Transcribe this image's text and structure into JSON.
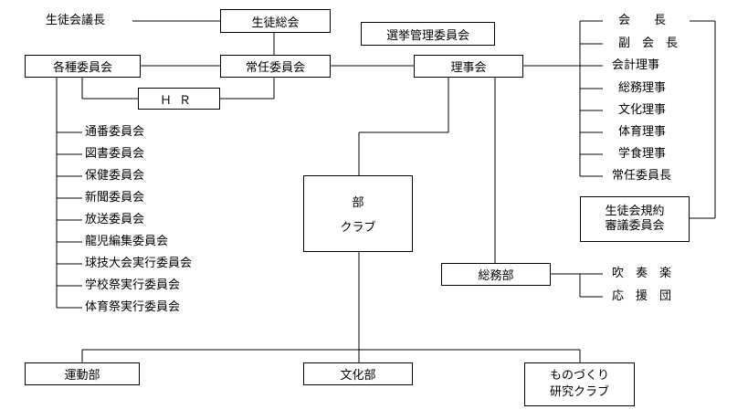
{
  "diagram": {
    "chair_label": "生徒会議長",
    "general_assembly": "生徒総会",
    "election_committee": "選挙管理委員会",
    "various_committees": "各種委員会",
    "standing_committee": "常任委員会",
    "board": "理事会",
    "homeroom": "ＨＲ",
    "committees": [
      "通番委員会",
      "図書委員会",
      "保健委員会",
      "新聞委員会",
      "放送委員会",
      "龍児編集委員会",
      "球技大会実行委員会",
      "学校祭実行委員会",
      "体育祭実行委員会"
    ],
    "officers": [
      "会　　長",
      "副　会　長",
      "会計理事",
      "総務理事",
      "文化理事",
      "体育理事",
      "学食理事",
      "常任委員長"
    ],
    "rules_committee": [
      "生徒会規約",
      "審議委員会"
    ],
    "club_box": [
      "部",
      "クラブ"
    ],
    "general_affairs": "総務部",
    "general_affairs_subs": [
      "吹　奏　楽",
      "応　援　団"
    ],
    "sports": "運動部",
    "culture": "文化部",
    "monozukuri": [
      "ものづくり",
      "研究クラブ"
    ]
  }
}
